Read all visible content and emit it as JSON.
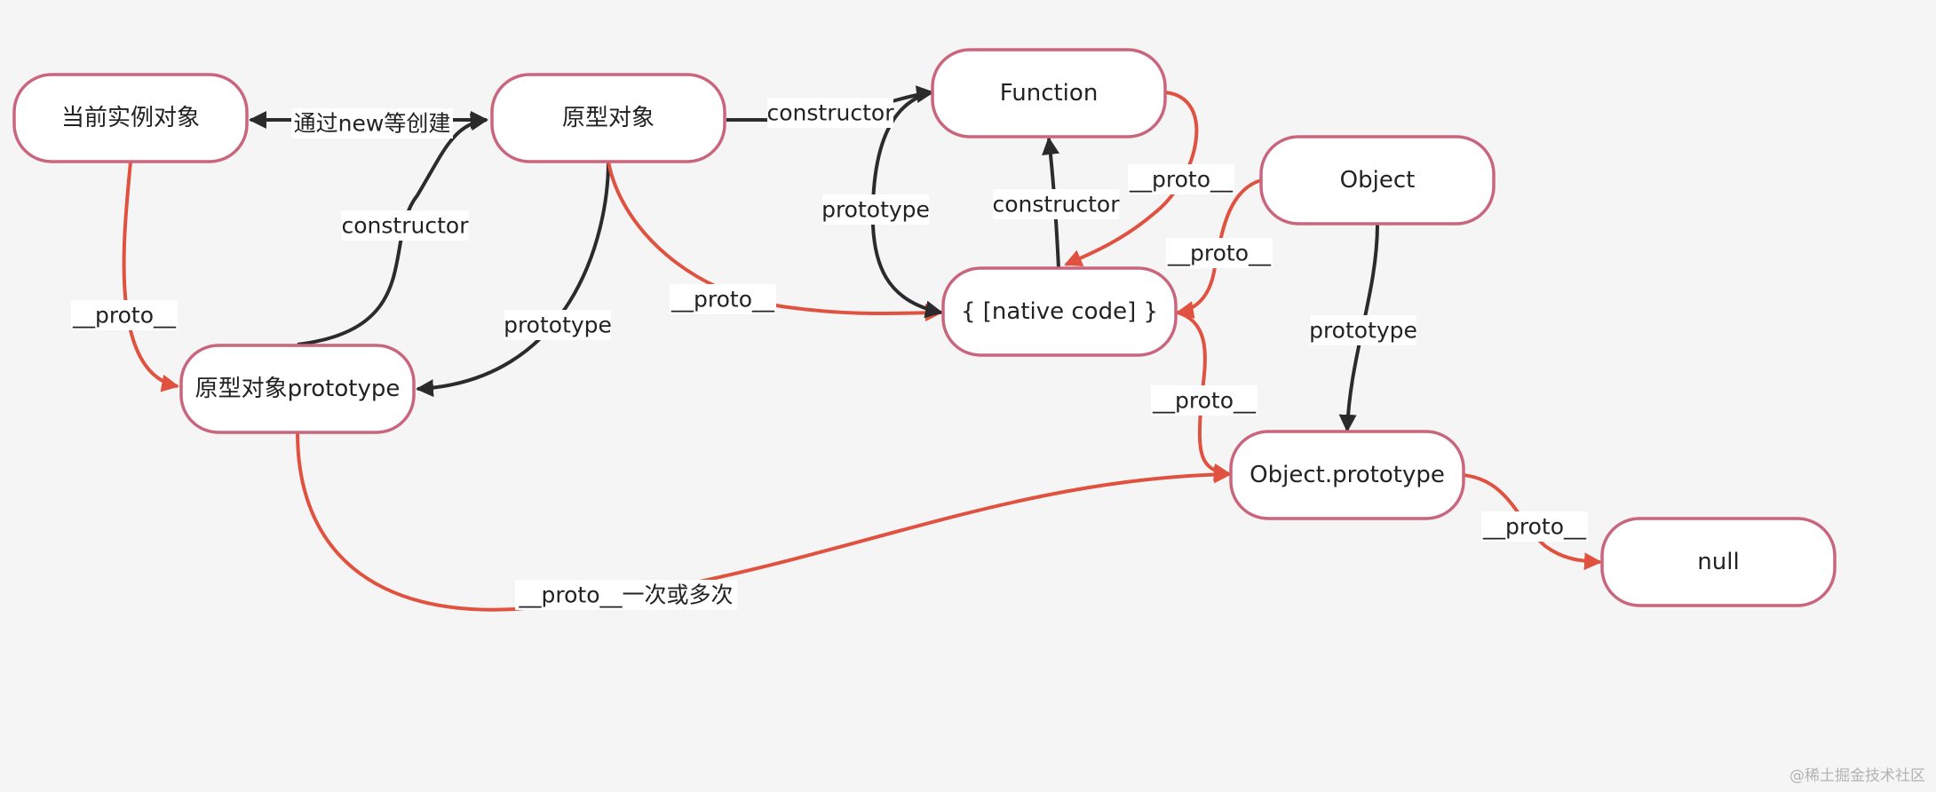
{
  "colors": {
    "node_border": "#c9657c",
    "proto_edge": "#e0523f",
    "structural_edge": "#2b2b2b",
    "background": "#f5f5f5"
  },
  "nodes": {
    "instance": "当前实例对象",
    "prototype_object": "原型对象",
    "prototype_object_prototype": "原型对象prototype",
    "function": "Function",
    "native_code": "{ [native code] }",
    "object": "Object",
    "object_prototype": "Object.prototype",
    "null": "null"
  },
  "edge_labels": {
    "created_via_new": "通过new等创建",
    "instance_proto": "__proto__",
    "proto_constructor": "constructor",
    "proto_prototype": "prototype",
    "proto_obj_to_native": "__proto__",
    "proto_obj_constructor": "constructor",
    "function_prototype": "prototype",
    "native_constructor": "constructor",
    "function_proto": "__proto__",
    "object_proto": "__proto__",
    "object_prototype_link": "prototype",
    "native_proto": "__proto__",
    "protoproto_chain": "__proto__一次或多次",
    "object_prototype_null": "__proto__"
  },
  "watermark": "@稀土掘金技术社区"
}
